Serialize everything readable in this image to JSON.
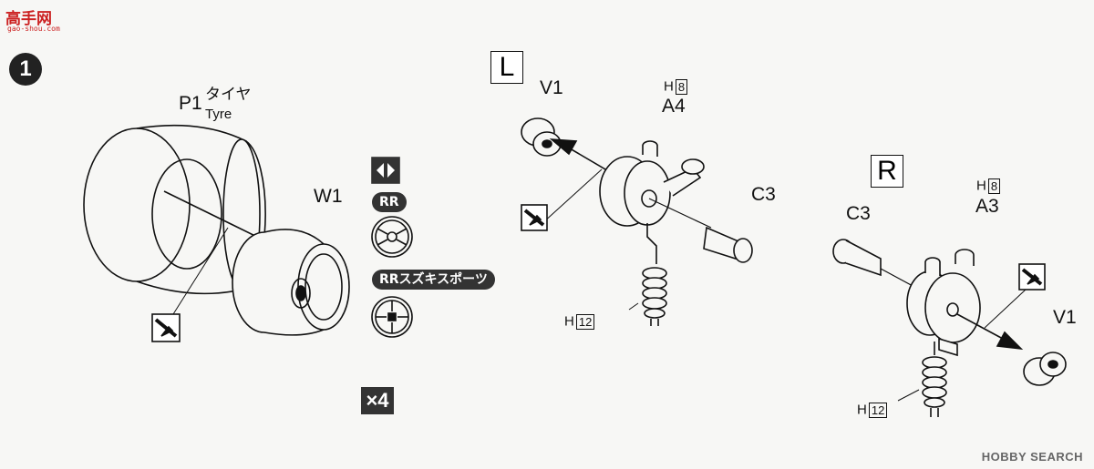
{
  "watermark": {
    "site": "高手网",
    "url": "gao-shou.com"
  },
  "step_number": "1",
  "left_group": {
    "tyre_part": "P1",
    "tyre_jp": "タイヤ",
    "tyre_en": "Tyre",
    "wheel_part": "W1",
    "quantity": "×4"
  },
  "options": {
    "rr_label": "RR",
    "rr_suzuki_label": "RRスズキスポーツ"
  },
  "left_side": {
    "side": "L",
    "v1": "V1",
    "h8_letter": "H",
    "h8_num": "8",
    "a4": "A4",
    "c3": "C3",
    "h12_letter": "H",
    "h12_num": "12"
  },
  "right_side": {
    "side": "R",
    "c3": "C3",
    "h8_letter": "H",
    "h8_num": "8",
    "a3": "A3",
    "v1": "V1",
    "h12_letter": "H",
    "h12_num": "12"
  },
  "footer": {
    "brand": "HOBBY SEARCH"
  },
  "icons": [
    "glue-icon",
    "direction-arrow-icon",
    "wheel-hub-icon",
    "step-badge-icon"
  ],
  "colors": {
    "ink": "#111111",
    "badge": "#333333",
    "watermark": "#cc2222",
    "paper": "#f7f7f5"
  }
}
